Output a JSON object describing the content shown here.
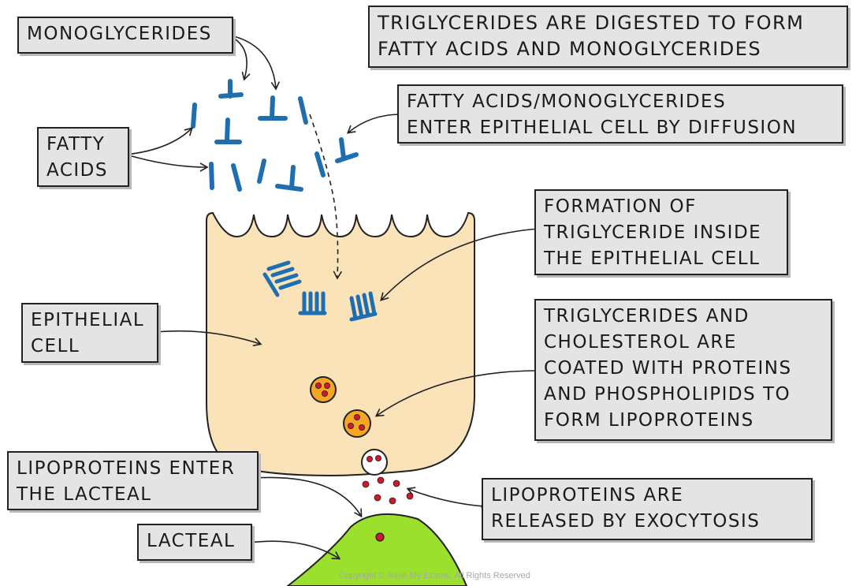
{
  "labels": {
    "monoglycerides": "MONOGLYCERIDES",
    "fatty_acids": [
      "FATTY",
      "ACIDS"
    ],
    "digestion": [
      "TRIGLYCERIDES ARE DIGESTED TO FORM",
      "FATTY ACIDS AND MONOGLYCERIDES"
    ],
    "diffusion": [
      "FATTY ACIDS/MONOGLYCERIDES",
      "ENTER EPITHELIAL CELL BY DIFFUSION"
    ],
    "formation": [
      "FORMATION OF",
      "TRIGLYCERIDE INSIDE",
      "THE EPITHELIAL CELL"
    ],
    "epithelial_cell": [
      "EPITHELIAL",
      "CELL"
    ],
    "coating": [
      "TRIGLYCERIDES AND",
      "CHOLESTEROL ARE",
      "COATED WITH PROTEINS",
      "AND PHOSPHOLIPIDS TO",
      "FORM LIPOPROTEINS"
    ],
    "enter_lacteal": [
      "LIPOPROTEINS ENTER",
      "THE LACTEAL"
    ],
    "exocytosis": [
      "LIPOPROTEINS ARE",
      "RELEASED BY  EXOCYTOSIS"
    ],
    "lacteal": "LACTEAL"
  },
  "copyright": "Copyright © Save My Exams. All Rights Reserved",
  "colors": {
    "cell_fill": "#fae3b9",
    "lipid_blue": "#1f6fb0",
    "lipoprotein_orange": "#f5a623",
    "lipoprotein_dot_red": "#d0172c",
    "lacteal_green": "#9be02c",
    "label_fill": "#e4e4e4"
  }
}
